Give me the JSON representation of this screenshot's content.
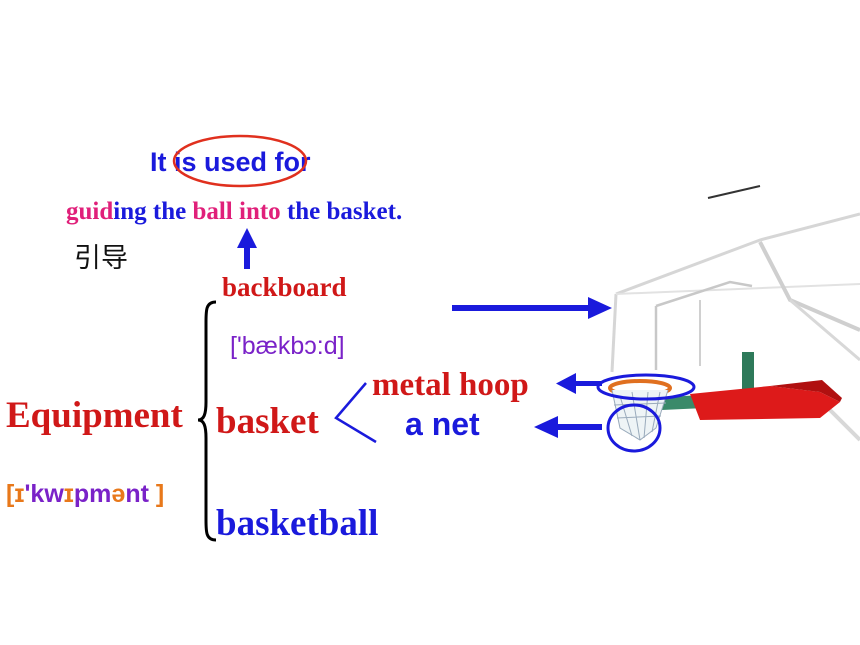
{
  "sentence1": {
    "it": "It ",
    "is_used": "is used",
    "for": " for"
  },
  "sentence2": {
    "part_guid": "guid",
    "part_ing": "ing the ",
    "part_ball": "ball ",
    "part_into": "into",
    "part_rest": " the basket."
  },
  "chinese_gloss": "引导",
  "backboard": {
    "word": "backboard",
    "phonetic": "['bækbɔ:d]"
  },
  "equipment": {
    "word": "Equipment",
    "phonetic": {
      "open": "[",
      "p1": "ɪ",
      "p2": "'kw",
      "p3": "ɪ",
      "p4": "pm",
      "p5": "ə",
      "p6": "nt ",
      "close": "]"
    }
  },
  "basket": {
    "word": "basket",
    "parts": [
      "metal hoop",
      "a net"
    ]
  },
  "basketball": {
    "word": "basketball"
  },
  "colors": {
    "blue": "#1a1adc",
    "red": "#d01818",
    "magenta": "#e0207a",
    "purple": "#7a22c8",
    "orange": "#e8781a"
  }
}
